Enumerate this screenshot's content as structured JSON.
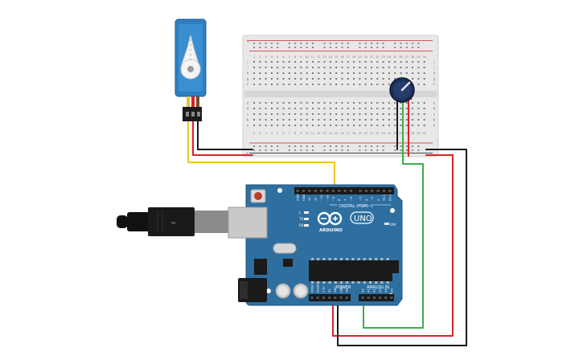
{
  "board": {
    "digital_label": "DIGITAL (PWM~)",
    "brand_label": "ARDUINO",
    "model_label": "UNO",
    "on_label": "ON",
    "power_label": "POWER",
    "analog_label": "ANALOG IN",
    "led_labels": [
      "L",
      "TX",
      "RX"
    ],
    "digital_pins": [
      "AREF",
      "GND",
      "13",
      "12",
      "~11",
      "~10",
      "~9",
      "8",
      "7",
      "~6",
      "~5",
      "4",
      "~3",
      "2",
      "TX 1",
      "RX 0"
    ],
    "power_pins": [
      "IOREF",
      "RESET",
      "3.3V",
      "5V",
      "GND",
      "GND",
      "Vin"
    ],
    "analog_pins": [
      "A0",
      "A1",
      "A2",
      "A3",
      "A4",
      "A5"
    ]
  },
  "breadboard": {
    "rail_plus": "+",
    "rail_minus": "-",
    "column_numbers": [
      "1",
      "2",
      "3",
      "4",
      "5",
      "6",
      "7",
      "8",
      "9",
      "10",
      "11",
      "12",
      "13",
      "14",
      "15",
      "16",
      "17",
      "18",
      "19",
      "20",
      "21",
      "22",
      "23",
      "24",
      "25",
      "26",
      "27",
      "28",
      "29",
      "30"
    ],
    "rows_top": [
      "j",
      "i",
      "h",
      "g",
      "f"
    ],
    "rows_bottom": [
      "e",
      "d",
      "c",
      "b",
      "a"
    ]
  },
  "colors": {
    "board_blue": "#2e6fa0",
    "board_dark": "#1f5580",
    "wire_black": "#1a1a1a",
    "wire_red": "#d9232a",
    "wire_yellow": "#f2c12e",
    "wire_green": "#3fae49",
    "breadboard_bg": "#e6e6e6",
    "servo_blue": "#2d7fc1"
  }
}
